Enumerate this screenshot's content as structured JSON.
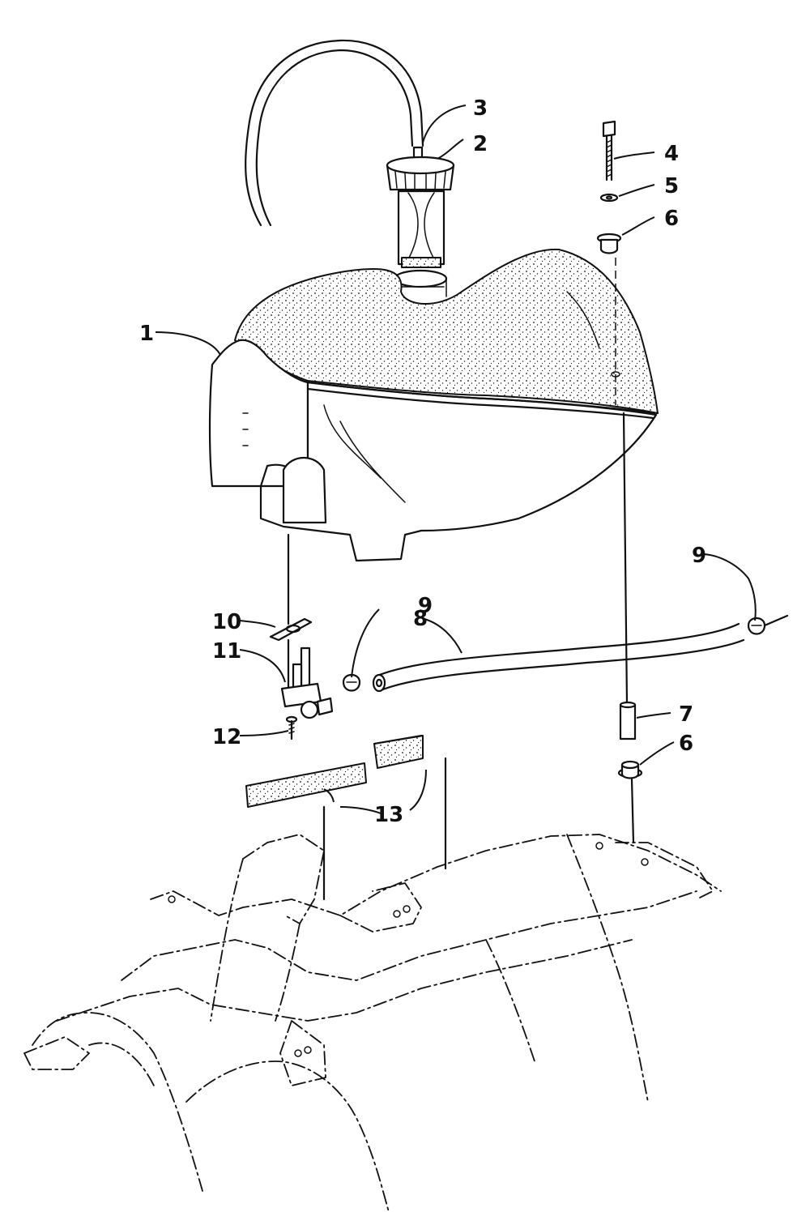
{
  "labels": {
    "n1": "1",
    "n2": "2",
    "n3": "3",
    "n4": "4",
    "n5": "5",
    "n6a": "6",
    "n6b": "6",
    "n7": "7",
    "n8": "8",
    "n9a": "9",
    "n9b": "9",
    "n10": "10",
    "n11": "11",
    "n12": "12",
    "n13": "13"
  },
  "colors": {
    "ink": "#111111",
    "paper": "#ffffff"
  }
}
